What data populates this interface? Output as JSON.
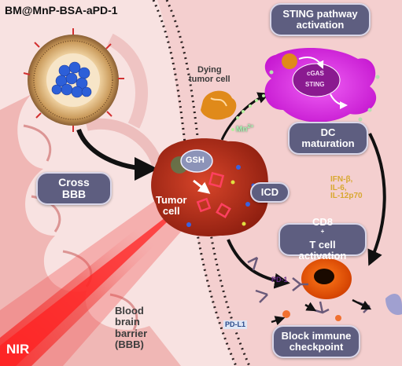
{
  "title": "BM@MnP-BSA-aPD-1",
  "labels": {
    "cross_bbb": [
      "Cross",
      "BBB"
    ],
    "dying_tumor_cell": [
      "Dying",
      "tumor cell"
    ],
    "mn": "Mn",
    "mn_sup": "2+",
    "gsh": "GSH",
    "tumor_cell": [
      "Tumor",
      "cell"
    ],
    "icd": "ICD",
    "sting_activation": [
      "STING pathway",
      "activation"
    ],
    "cgas": "cGAS",
    "sting": "STING",
    "dc_maturation": [
      "DC",
      "maturation"
    ],
    "cytokines": [
      "IFN-β,",
      "IL-6,",
      "IL-12p70"
    ],
    "cd8_prefix": "CD8",
    "cd8_sup": "+",
    "cd8_suffix": " T cell",
    "cd8_line2": "activation",
    "pd1": "PD-1",
    "pdl1": "PD-L1",
    "block_checkpoint": [
      "Block immune",
      "checkpoint"
    ],
    "bbb_label": [
      "Blood",
      "brain",
      "barrier",
      "(BBB)"
    ],
    "nir": "NIR"
  },
  "colors": {
    "pill_bg": "#5e5e80",
    "pill_border": "#d9d6e8",
    "tumor": "#c7321d",
    "dc": "#e02be8",
    "laser": "#e8262a",
    "tissue": "#f1bdbd",
    "cytokine_text": "#e8c040",
    "mn_text": "#a9f0b4",
    "nir_text": "#ffffff"
  },
  "icons": [
    "nanoparticle-icon",
    "tumor-cell-icon",
    "dc-cell-icon",
    "t-cell-icon",
    "antibody-icon",
    "laser-beam-icon"
  ]
}
